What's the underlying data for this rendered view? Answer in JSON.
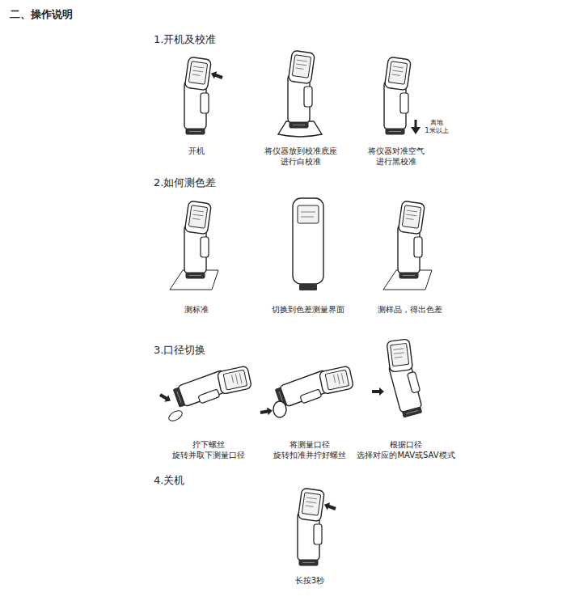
{
  "diagram": {
    "title": "二、操作说明",
    "labels": [
      "1.开机及校准",
      "开机",
      "将仪器放到校准底座 进行白校准",
      "离地 1米以上",
      "将仪器对准空气 进行黑校准",
      "2.如何测色差",
      "测标准",
      "切换到色差测量界面",
      "测样品，得出色差",
      "3.口径切换",
      "拧下螺丝 旋转并取下测量口径",
      "将测量口径 旋转扣准并拧好螺丝",
      "根据口径 选择对应的MAV或SAV模式",
      "4.关机",
      "长按3秒"
    ]
  }
}
